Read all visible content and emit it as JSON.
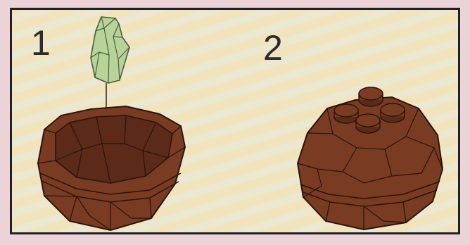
{
  "steps": [
    {
      "number": "1",
      "parts": [
        "crystal-piece",
        "rock-base-open"
      ]
    },
    {
      "number": "2",
      "parts": [
        "rock-assembled"
      ]
    }
  ],
  "colors": {
    "background": "#ecd3d8",
    "panel_stripe_light": "#f1e4bc",
    "panel_stripe_alt": "#ece7d0",
    "border": "#231f22",
    "rock": "#7a3b23",
    "rock_dark": "#5b2a18",
    "rock_outline": "#2a140c",
    "crystal": "#b7d39a",
    "crystal_outline": "#4a5e3a"
  },
  "icons": [
    "crystal-icon",
    "rock-base-icon",
    "rock-top-icon",
    "assembly-arrow-icon"
  ]
}
